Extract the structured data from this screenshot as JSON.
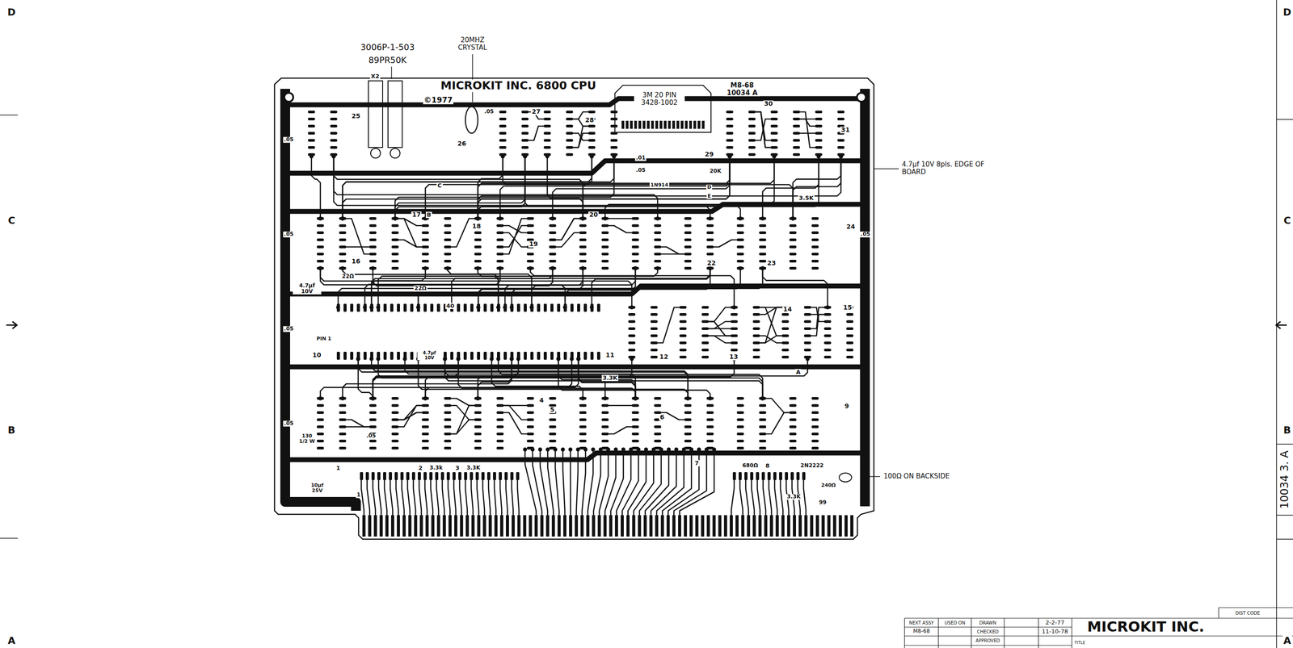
{
  "diagram": {
    "labels": [
      "D",
      "D",
      "C",
      "C",
      "B",
      "B",
      "A",
      "A",
      "3006P-1-503",
      "89PR50K",
      "20MHZ CRYSTAL",
      "MICROKIT INC. 6800 CPU",
      "©1977",
      "3M 20 PIN 3428-1002",
      "M8-68 10034 A",
      "30",
      "X2",
      "25",
      ".05",
      "26",
      "27",
      "28",
      "29",
      "31",
      ".05",
      ".01",
      ".05",
      "1N914",
      "20K",
      "C",
      "D",
      "E",
      "3.5K",
      "4.7μf 10V 8pls. EDGE OF BOARD",
      "17",
      "B",
      "18",
      "19",
      "20",
      "22",
      "23",
      "24",
      "16",
      "22Ω",
      "22Ω",
      ".05",
      ".05",
      "4.7μf 10V",
      "40",
      "PIN 1",
      "10",
      "11",
      "12",
      "13",
      "14",
      "15",
      ".05",
      "4.7μf 10V",
      "3.3K",
      "A",
      "4",
      "5",
      "6",
      "9",
      ".05",
      ".05",
      "130 1/2 W",
      "1",
      "2",
      "3.3k",
      "3",
      "3.3K",
      "7",
      "680Ω",
      "8",
      "2N2222",
      "240Ω",
      "3.3K",
      "99",
      "10μf 25V",
      "1",
      "100Ω ON BACKSIDE",
      "NEXT ASSY",
      "USED ON",
      "DRAWN",
      "2-2-77",
      "M8-68",
      "CHECKED",
      "11-10-78",
      "APPROVED",
      "MICROKIT INC.",
      "DIST CODE",
      "TITLE",
      "10034 3. A"
    ]
  }
}
